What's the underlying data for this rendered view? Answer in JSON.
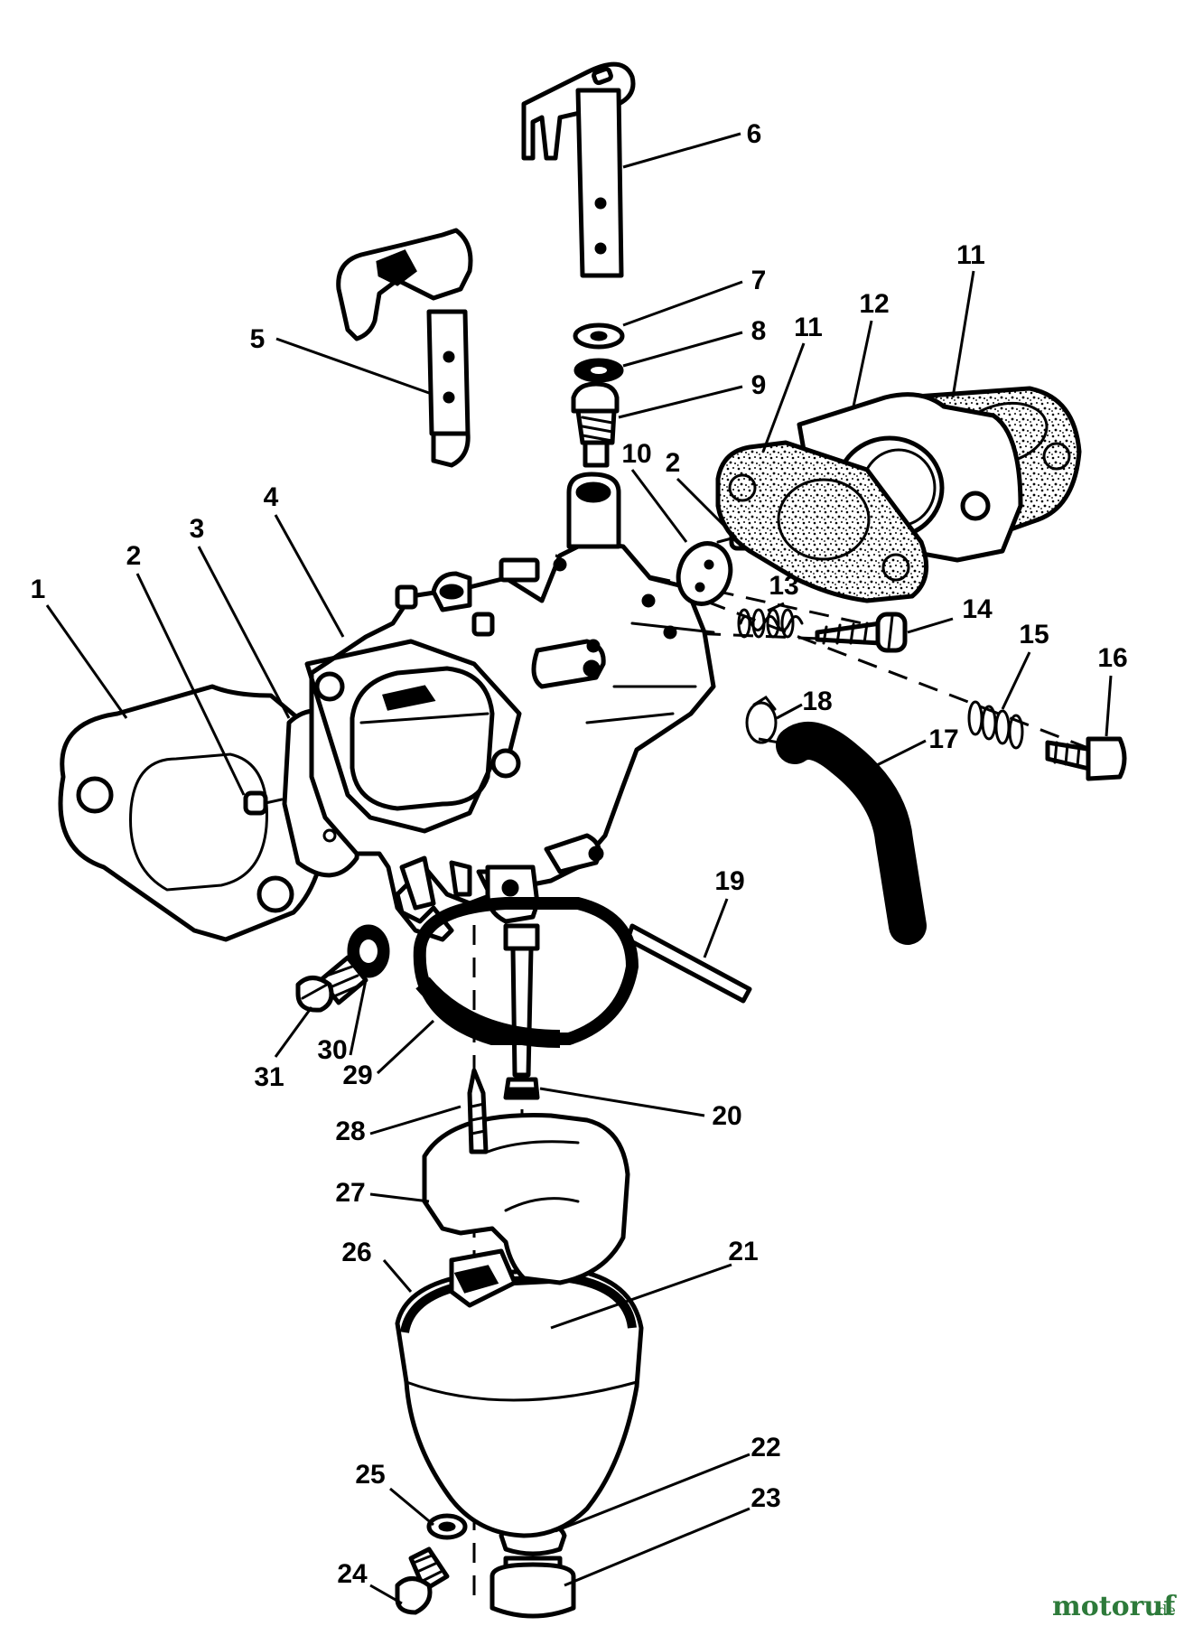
{
  "diagram": {
    "callouts": [
      "1",
      "2",
      "3",
      "4",
      "5",
      "6",
      "7",
      "8",
      "9",
      "10",
      "2",
      "11",
      "12",
      "11",
      "13",
      "14",
      "15",
      "16",
      "17",
      "18",
      "19",
      "20",
      "21",
      "22",
      "23",
      "24",
      "25",
      "26",
      "27",
      "28",
      "29",
      "30",
      "31"
    ]
  },
  "watermark": {
    "brand": "motoruf",
    "suffix": ".de"
  },
  "colors": {
    "ink": "#000000",
    "background": "#ffffff",
    "watermark": "#2d7a3a"
  }
}
